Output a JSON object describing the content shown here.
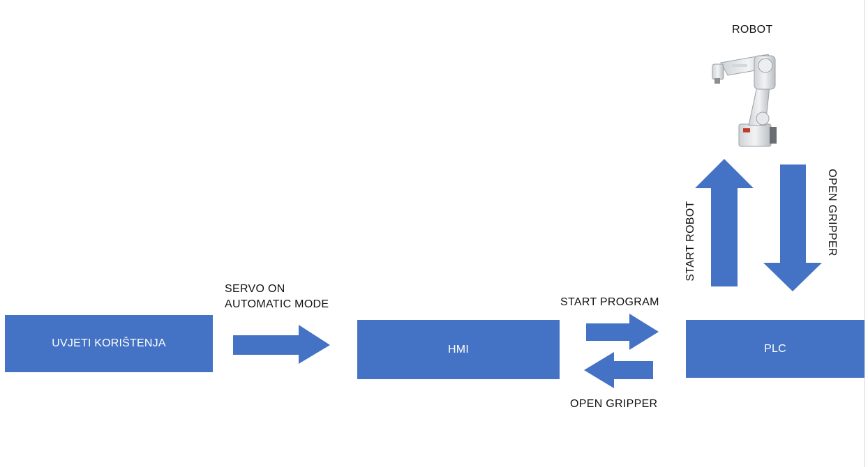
{
  "diagram": {
    "nodes": {
      "uvjeti": "UVJETI KORIŠTENJA",
      "hmi": "HMI",
      "plc": "PLC",
      "robot": "ROBOT"
    },
    "edges": {
      "uvjeti_to_hmi_line1": "SERVO ON",
      "uvjeti_to_hmi_line2": "AUTOMATIC MODE",
      "hmi_to_plc": "START PROGRAM",
      "plc_to_hmi": "OPEN GRIPPER",
      "plc_to_robot": "START ROBOT",
      "robot_to_plc": "OPEN GRIPPER"
    },
    "colors": {
      "box_fill": "#4472c4",
      "box_text": "#ffffff",
      "label_text": "#111111"
    },
    "icons": {
      "robot": "industrial-robot-arm-image"
    }
  }
}
